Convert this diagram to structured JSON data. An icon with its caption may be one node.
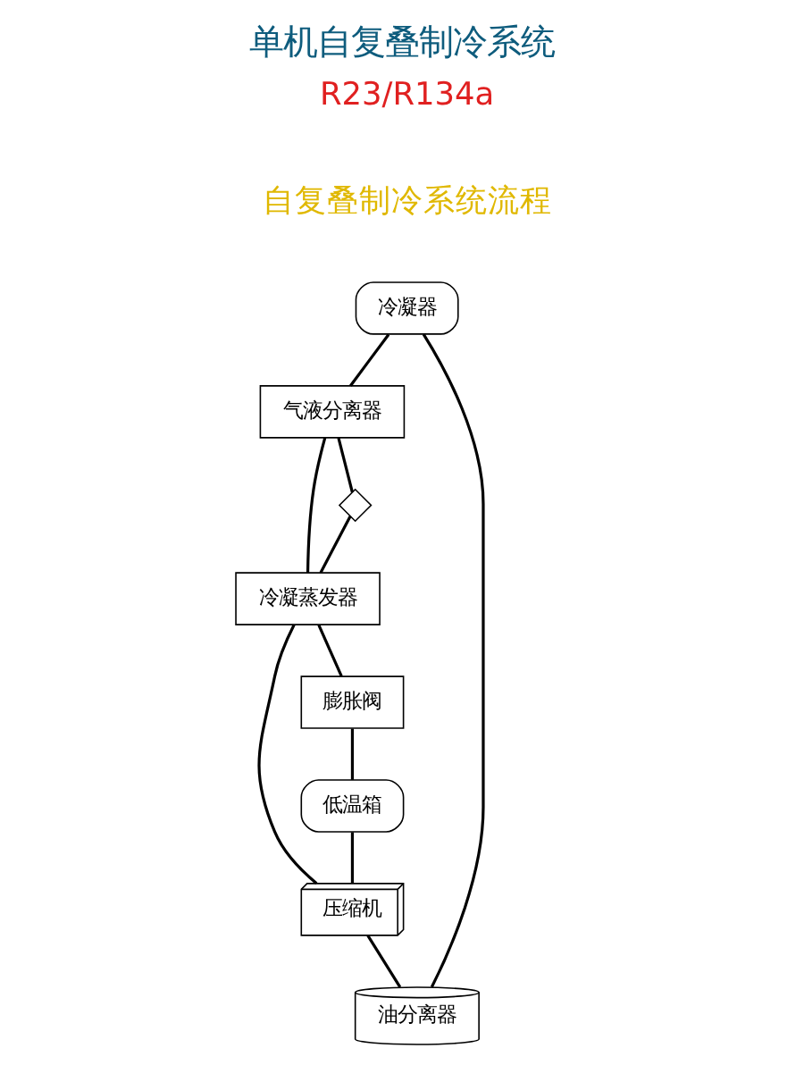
{
  "diagram": {
    "title": "单机自复叠制冷系统",
    "nodes": [
      {
        "text": [
          "冷凝器"
        ]
      },
      {
        "text": [
          "气液分离器"
        ]
      },
      {
        "text": [
          "冷凝蒸发器"
        ]
      },
      {
        "text": [
          "油分离器"
        ]
      },
      {
        "text": [
          "压缩机"
        ]
      },
      {
        "text": [
          "低温箱"
        ]
      },
      {
        "text": [
          "膨胀阀"
        ]
      },
      {
        "text": [],
        "shape": "valve"
      }
    ],
    "edges": [
      {
        "from": 4,
        "to": 3,
        "arrow": "none"
      },
      {
        "from": 3,
        "to": 0,
        "arrow": "none"
      },
      {
        "from": 0,
        "to": 1,
        "arrow": "none"
      },
      {
        "from": 1,
        "to": 2,
        "arrow": "none"
      },
      {
        "from": 2,
        "to": 6,
        "arrow": "none"
      },
      {
        "from": 6,
        "to": 5,
        "arrow": "none"
      },
      {
        "from": 1,
        "to": 7,
        "arrow": "none"
      },
      {
        "from": 7,
        "to": 2,
        "arrow": "none"
      },
      {
        "from": 5,
        "to": 4,
        "arrow": "none"
      },
      {
        "from": 2,
        "to": 4,
        "arrow": "none"
      }
    ],
    "labels": [
      "R23/R134a",
      "自复叠制冷系统流程"
    ]
  }
}
